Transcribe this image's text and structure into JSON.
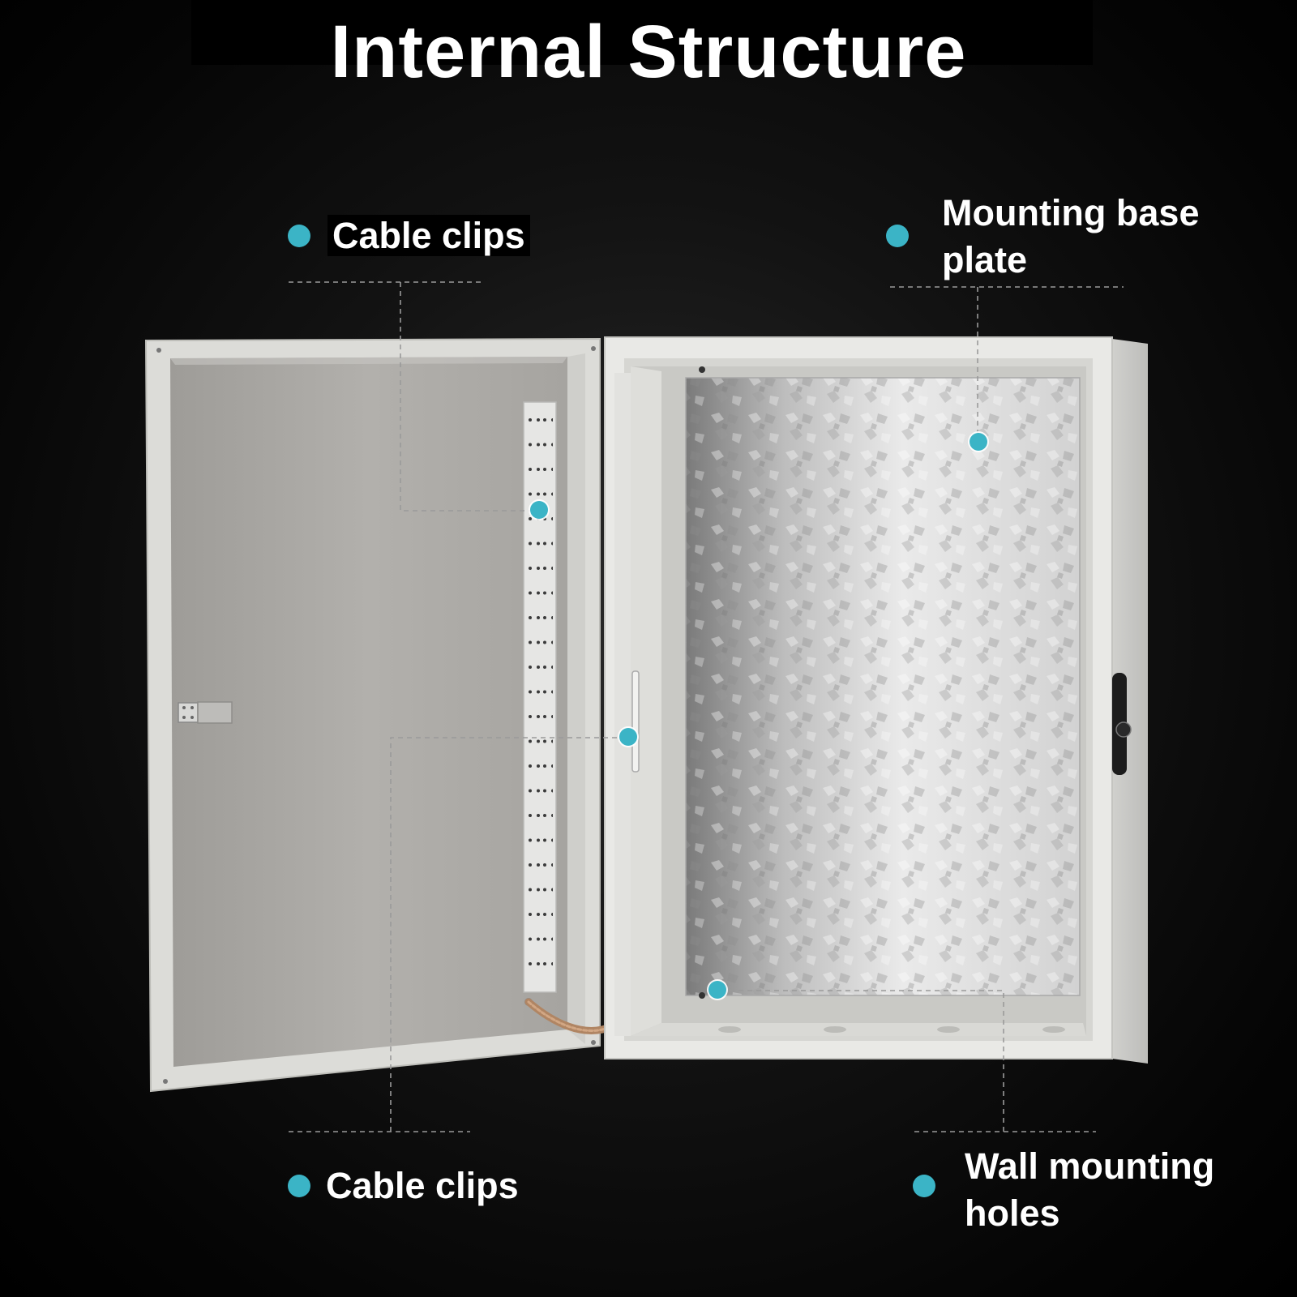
{
  "title": "Internal Structure",
  "colors": {
    "accent": "#3bb4c6",
    "background": "#000000",
    "text": "#ffffff",
    "cabinet": "#e3e3e0",
    "door_inner": "#aaa8a4",
    "leader_line": "#9a9a9a"
  },
  "callouts": [
    {
      "label": "Cable clips"
    },
    {
      "label": "Mounting base plate"
    },
    {
      "label": "Cable clips"
    },
    {
      "label": "Wall mounting holes"
    }
  ],
  "labels": {
    "top_left": "Cable clips",
    "top_right_line1": "Mounting base",
    "top_right_line2": "plate",
    "bottom_left": "Cable clips",
    "bottom_right_line1": "Wall mounting",
    "bottom_right_line2": "holes"
  }
}
